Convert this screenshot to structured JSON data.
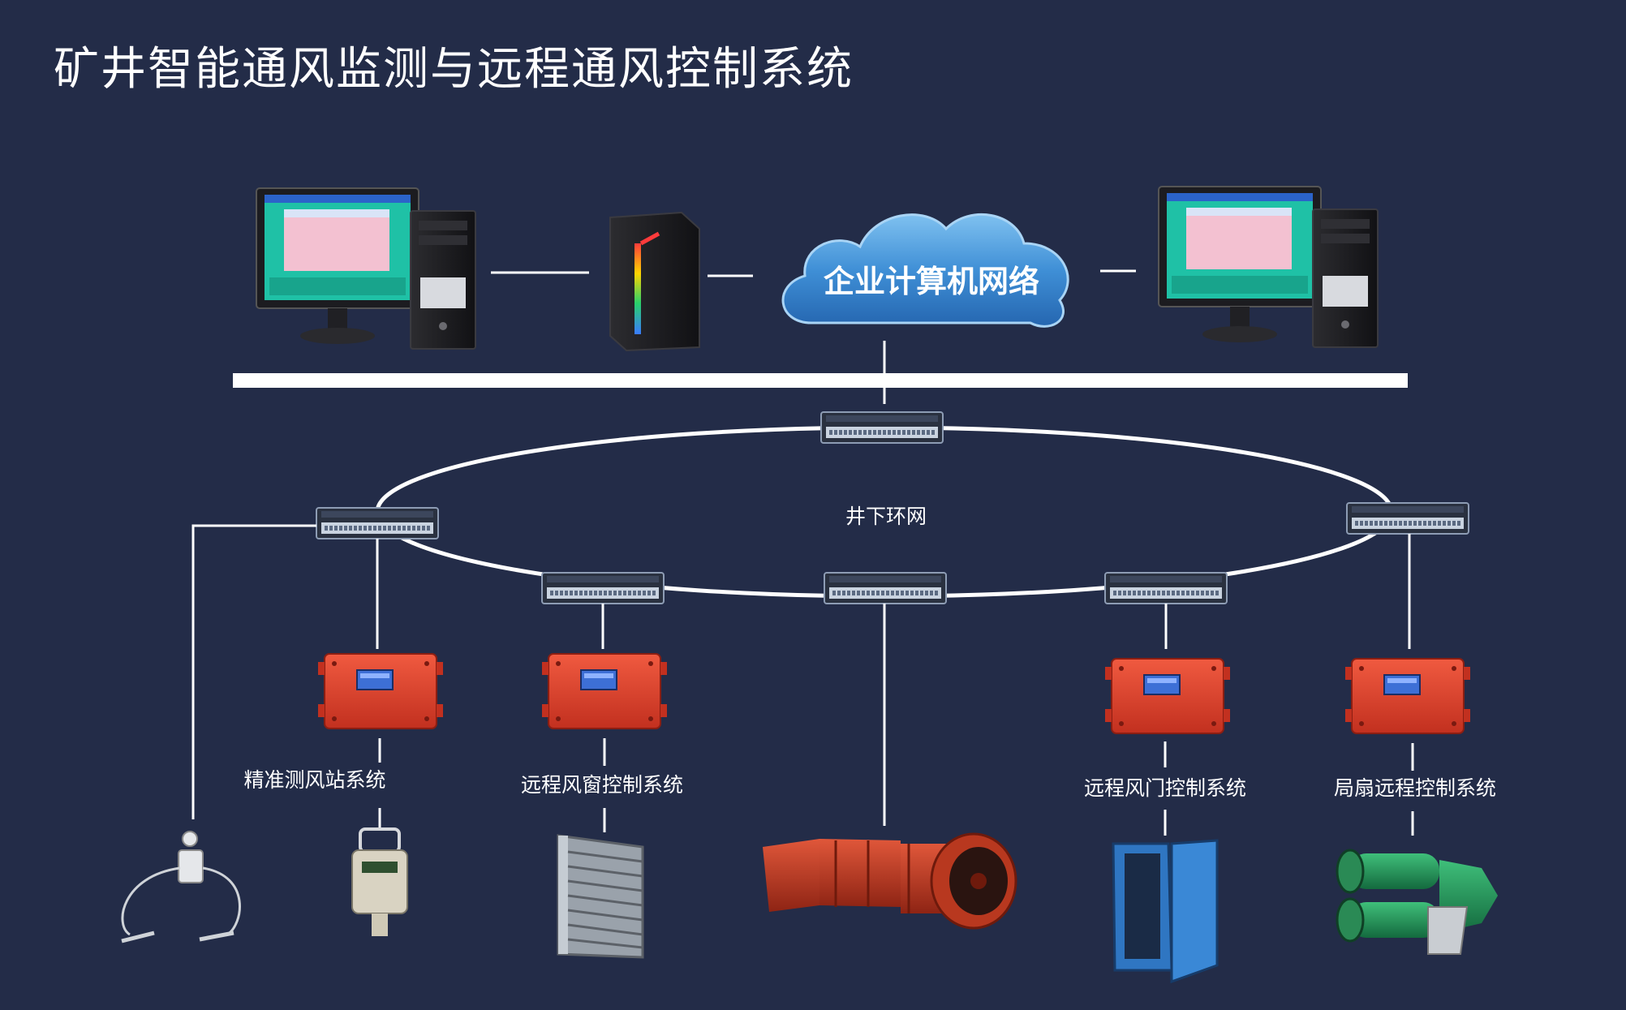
{
  "title": "矿井智能通风监测与远程通风控制系统",
  "network": {
    "cloud_label": "企业计算机网络",
    "ring_label": "井下环网"
  },
  "subsystems": [
    {
      "label": "精准测风站系统"
    },
    {
      "label": "远程风窗控制系统"
    },
    {
      "label": "远程风门控制系统"
    },
    {
      "label": "局扇远程控制系统"
    }
  ],
  "colors": {
    "background": "#232c48",
    "lines": "#ffffff",
    "controller": "#e0402f",
    "cloud": "#3f8fd6"
  }
}
